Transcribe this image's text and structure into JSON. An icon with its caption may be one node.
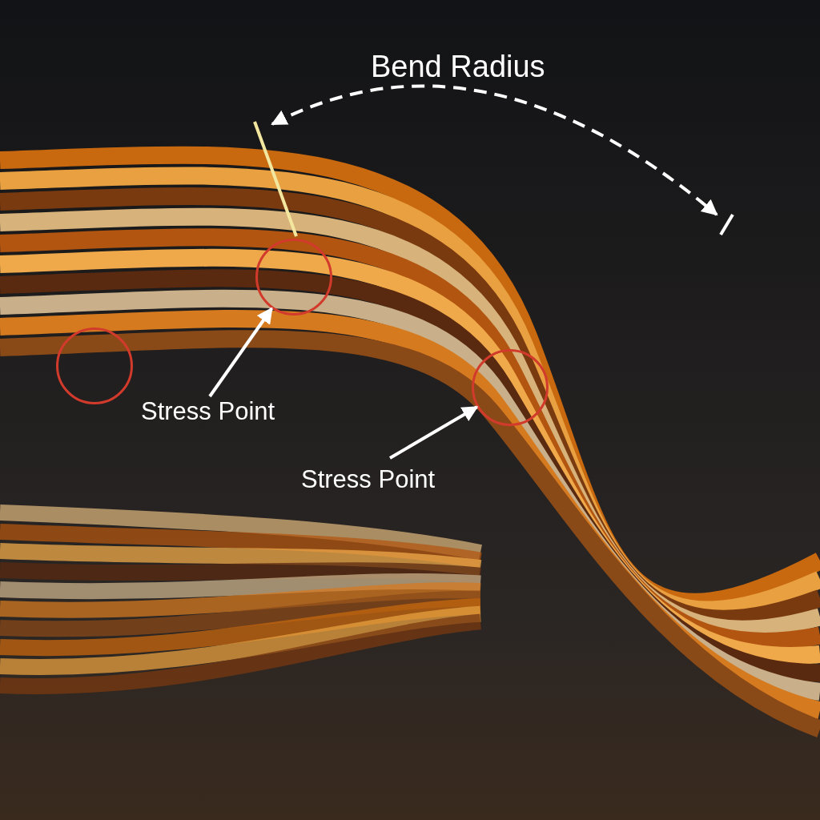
{
  "diagram": {
    "nodes": [
      {
        "text": [
          "Stress Point"
        ]
      },
      {
        "text": [
          "Stress Point"
        ]
      },
      {
        "text": [],
        "shape": "circle"
      },
      {
        "text": [],
        "shape": "circle"
      },
      {
        "text": [],
        "shape": "circle"
      }
    ],
    "edges": [
      {
        "from": 0,
        "to": 3,
        "arrow": "to"
      },
      {
        "from": 1,
        "to": 4,
        "arrow": "to"
      }
    ],
    "labels": [
      "Bend Radius"
    ]
  }
}
